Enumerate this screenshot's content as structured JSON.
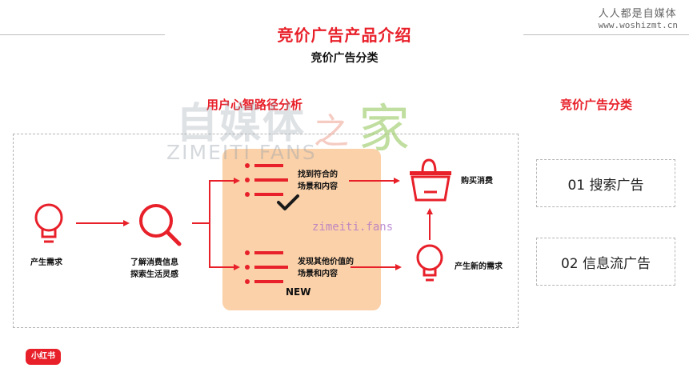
{
  "slide": {
    "title": "竞价广告产品介绍",
    "subtitle": "竞价广告分类"
  },
  "brand": {
    "name": "人人都是自媒体",
    "url": "www.woshizmt.cn"
  },
  "flow": {
    "heading": "用户心智路径分析",
    "nodes": {
      "need": "产生需求",
      "explore_line1": "了解消费信息",
      "explore_line2": "探索生活灵感",
      "find_line1": "找到符合的",
      "find_line2": "场景和内容",
      "purchase": "购买消费",
      "discover_line1": "发现其他价值的",
      "discover_line2": "场景和内容",
      "new_need": "产生新的需求",
      "new_tag": "NEW"
    },
    "colors": {
      "accent": "#e8202a",
      "panel": "#fbd1a9"
    }
  },
  "categories": {
    "heading": "竞价广告分类",
    "items": [
      "01 搜索广告",
      "02 信息流广告"
    ]
  },
  "app_badge": "小红书",
  "watermarks": {
    "mark": "自媒体",
    "latin": "ZIMEITI FANS",
    "zhi": "之",
    "jia": "家",
    "url": "zimeiti.fans"
  },
  "icons": [
    "lightbulb-icon",
    "search-icon",
    "list-icon",
    "checkmark-icon",
    "shopping-basket-icon",
    "arrow-icon"
  ]
}
